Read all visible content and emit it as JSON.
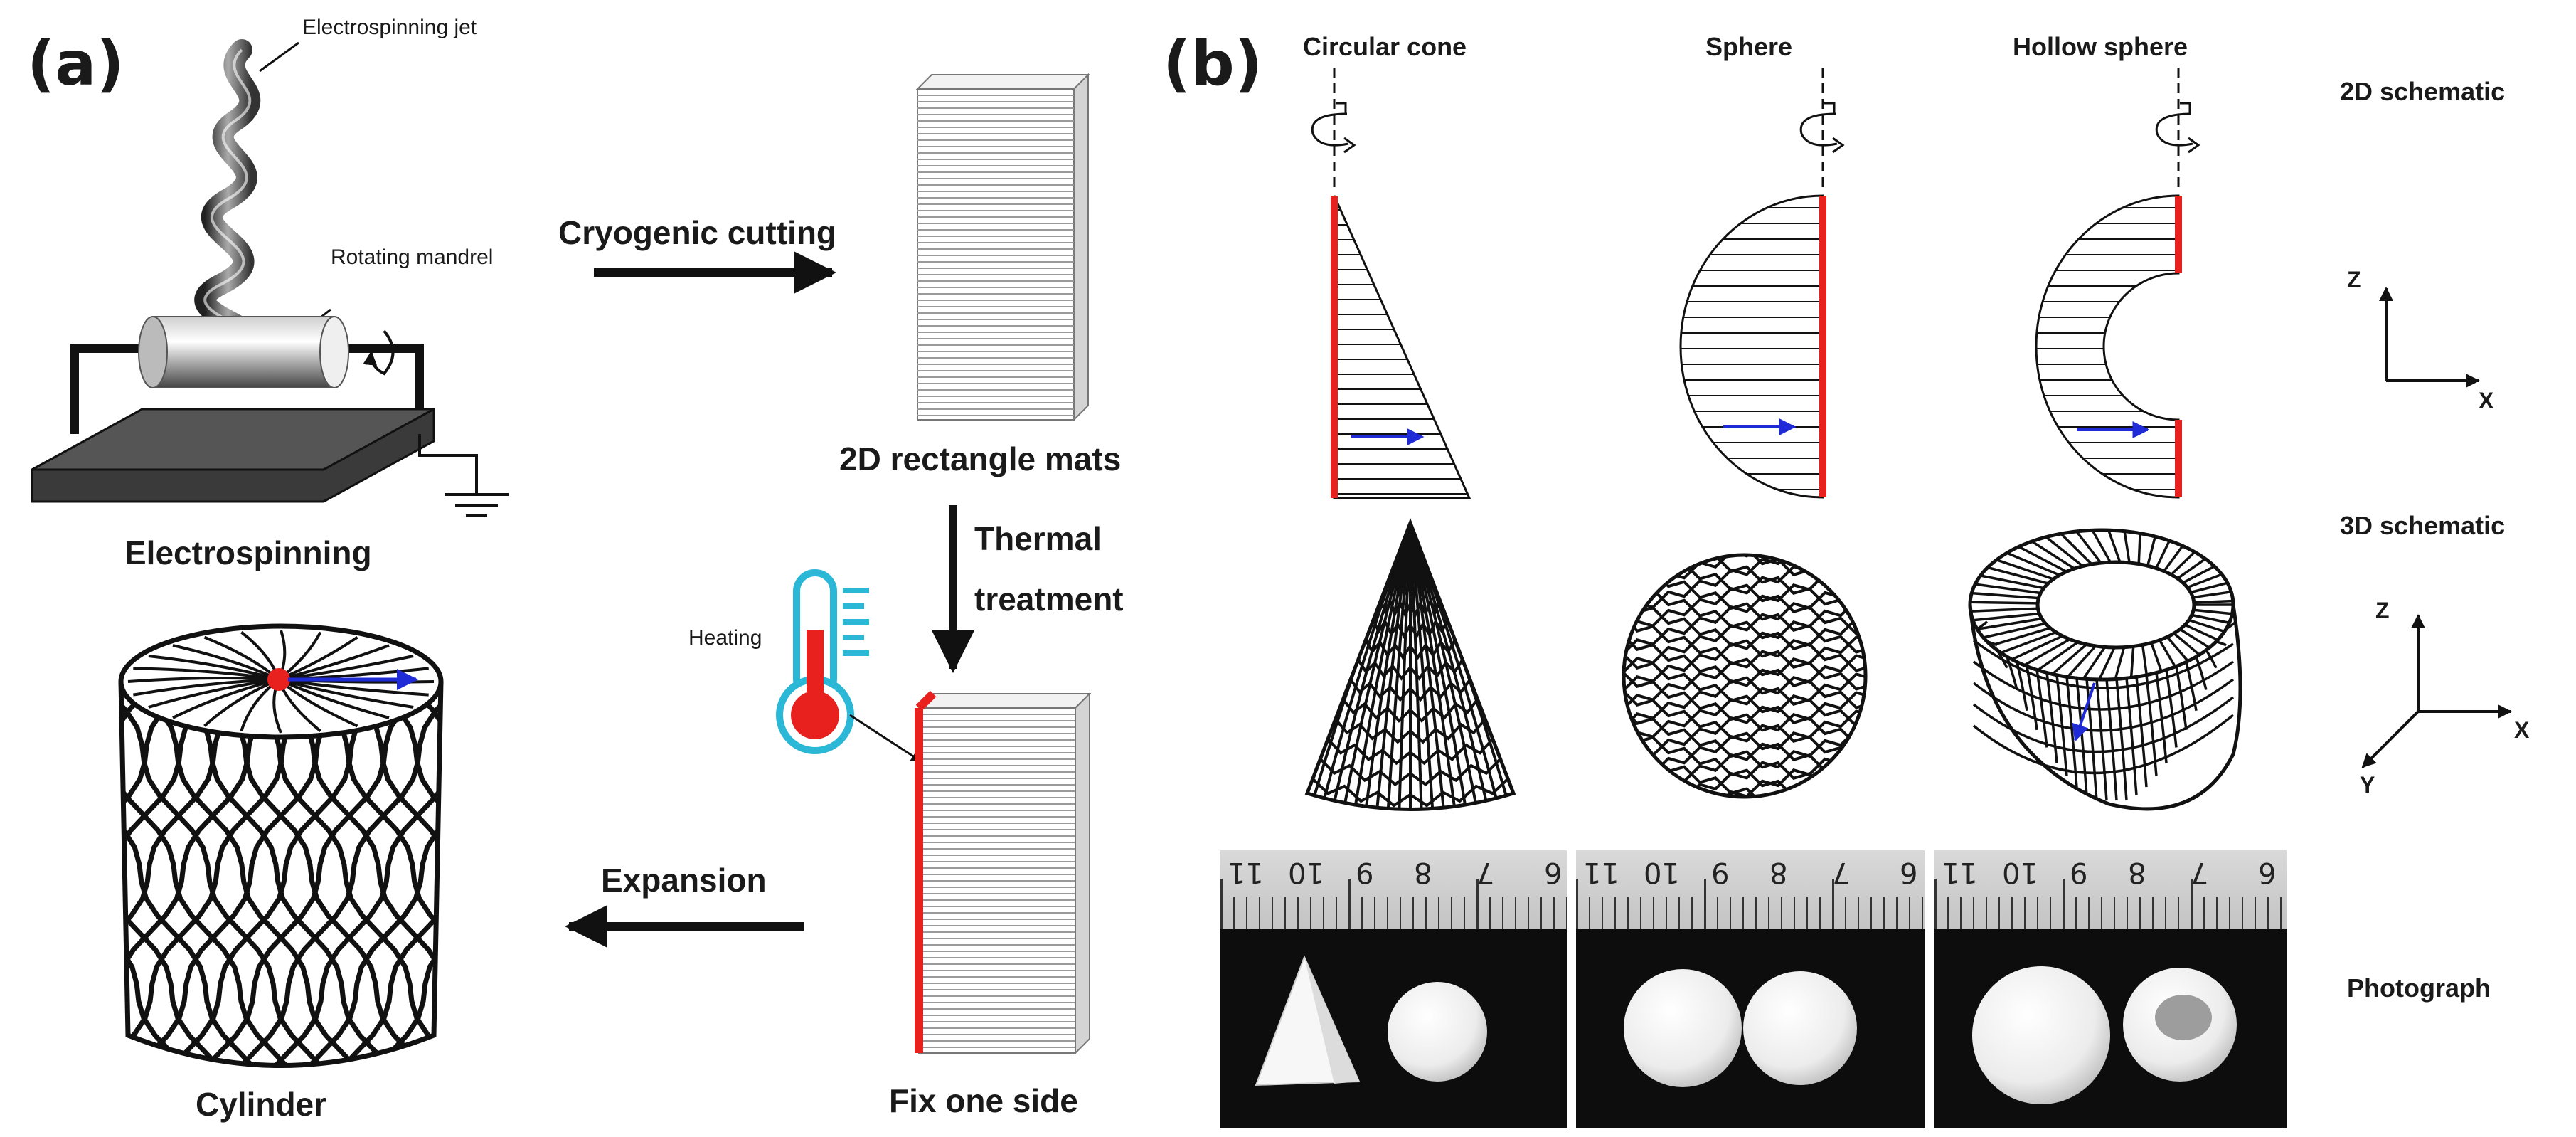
{
  "panel_a": {
    "label": "(a)",
    "electrospinning_jet": "Electrospinning jet",
    "rotating_mandrel": "Rotating mandrel",
    "electrospinning": "Electrospinning",
    "cryogenic_cutting": "Cryogenic cutting",
    "rect_mats": "2D rectangle mats",
    "thermal": "Thermal",
    "treatment": "treatment",
    "heating": "Heating",
    "fix_one_side": "Fix one side",
    "expansion": "Expansion",
    "cylinder": "Cylinder"
  },
  "panel_b": {
    "label": "(b)",
    "columns": [
      "Circular cone",
      "Sphere",
      "Hollow sphere"
    ],
    "rows": [
      "2D schematic",
      "3D schematic",
      "Photograph"
    ],
    "axes_2d": {
      "z": "Z",
      "x": "X"
    },
    "axes_3d": {
      "z": "Z",
      "x": "X",
      "y": "Y"
    },
    "ruler_numbers": [
      "11",
      "10",
      "9",
      "8",
      "7",
      "6"
    ]
  },
  "colors": {
    "accent_red": "#e8201e",
    "arrow_blue": "#1f2bd6",
    "thermo_cyan": "#2bb7d6"
  }
}
